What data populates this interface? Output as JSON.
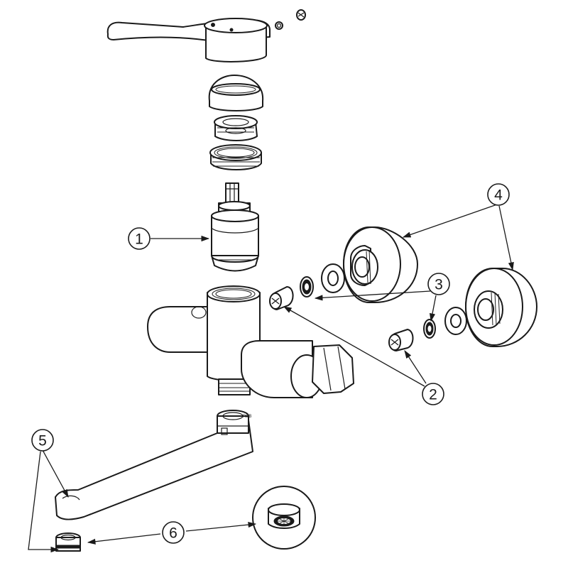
{
  "callouts": [
    {
      "id": "callout-1",
      "label": "1"
    },
    {
      "id": "callout-2",
      "label": "2"
    },
    {
      "id": "callout-3",
      "label": "3"
    },
    {
      "id": "callout-4",
      "label": "4"
    },
    {
      "id": "callout-5",
      "label": "5"
    },
    {
      "id": "callout-6",
      "label": "6"
    }
  ],
  "aerator_marking": "RBB"
}
